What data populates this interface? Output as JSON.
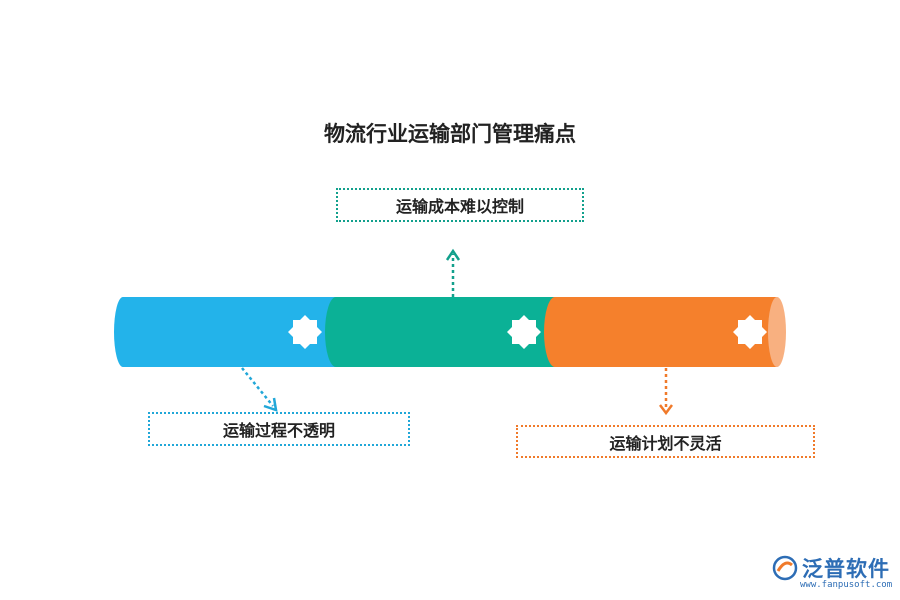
{
  "title": "物流行业运输部门管理痛点",
  "items": [
    {
      "label": "运输过程不透明",
      "color": "#23b3ea"
    },
    {
      "label": "运输成本难以控制",
      "color": "#0bb196"
    },
    {
      "label": "运输计划不灵活",
      "color": "#f5802c"
    }
  ],
  "logo": {
    "name": "泛普软件",
    "url": "www.fanpusoft.com"
  }
}
